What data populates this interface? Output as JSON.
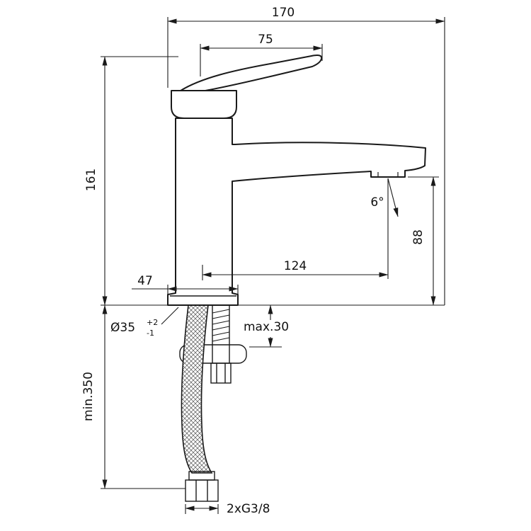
{
  "drawing": {
    "type": "technical-drawing",
    "subject": "single-lever basin mixer tap, side elevation with installation dimensions",
    "units": "mm",
    "line_color": "#1a1a1a",
    "background": "#ffffff",
    "dims": {
      "overall_depth": "170",
      "lever_length": "75",
      "body_height": "161",
      "spout_angle": "6°",
      "spout_height": "88",
      "spout_reach": "124",
      "base_depth": "47",
      "hole_dia": "Ø35",
      "hole_tol_plus": "+2",
      "hole_tol_minus": "-1",
      "max_deck_thickness": "max.30",
      "min_hose_length": "min.350",
      "connection_thread": "2xG3/8"
    }
  }
}
